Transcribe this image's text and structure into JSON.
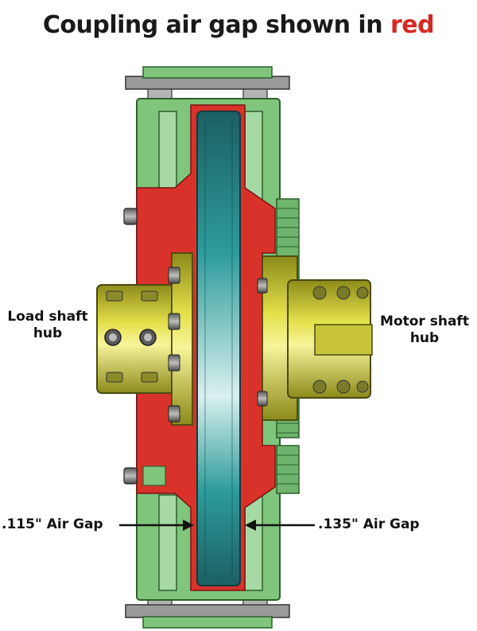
{
  "title": {
    "prefix": "Coupling air gap shown in ",
    "highlight": "red"
  },
  "labels": {
    "load_hub_line1": "Load shaft",
    "load_hub_line2": "hub",
    "motor_hub_line1": "Motor shaft",
    "motor_hub_line2": "hub",
    "left_gap": ".115\" Air Gap",
    "right_gap": ".135\" Air Gap"
  },
  "colors": {
    "air_gap": "#d9322a",
    "housing": "#7dc47a",
    "housing_outline": "#2d5e2d",
    "rotor": "#2a8a8a",
    "hub": "#d9d43a",
    "hardware": "#8e8e8e",
    "text": "#111111"
  }
}
